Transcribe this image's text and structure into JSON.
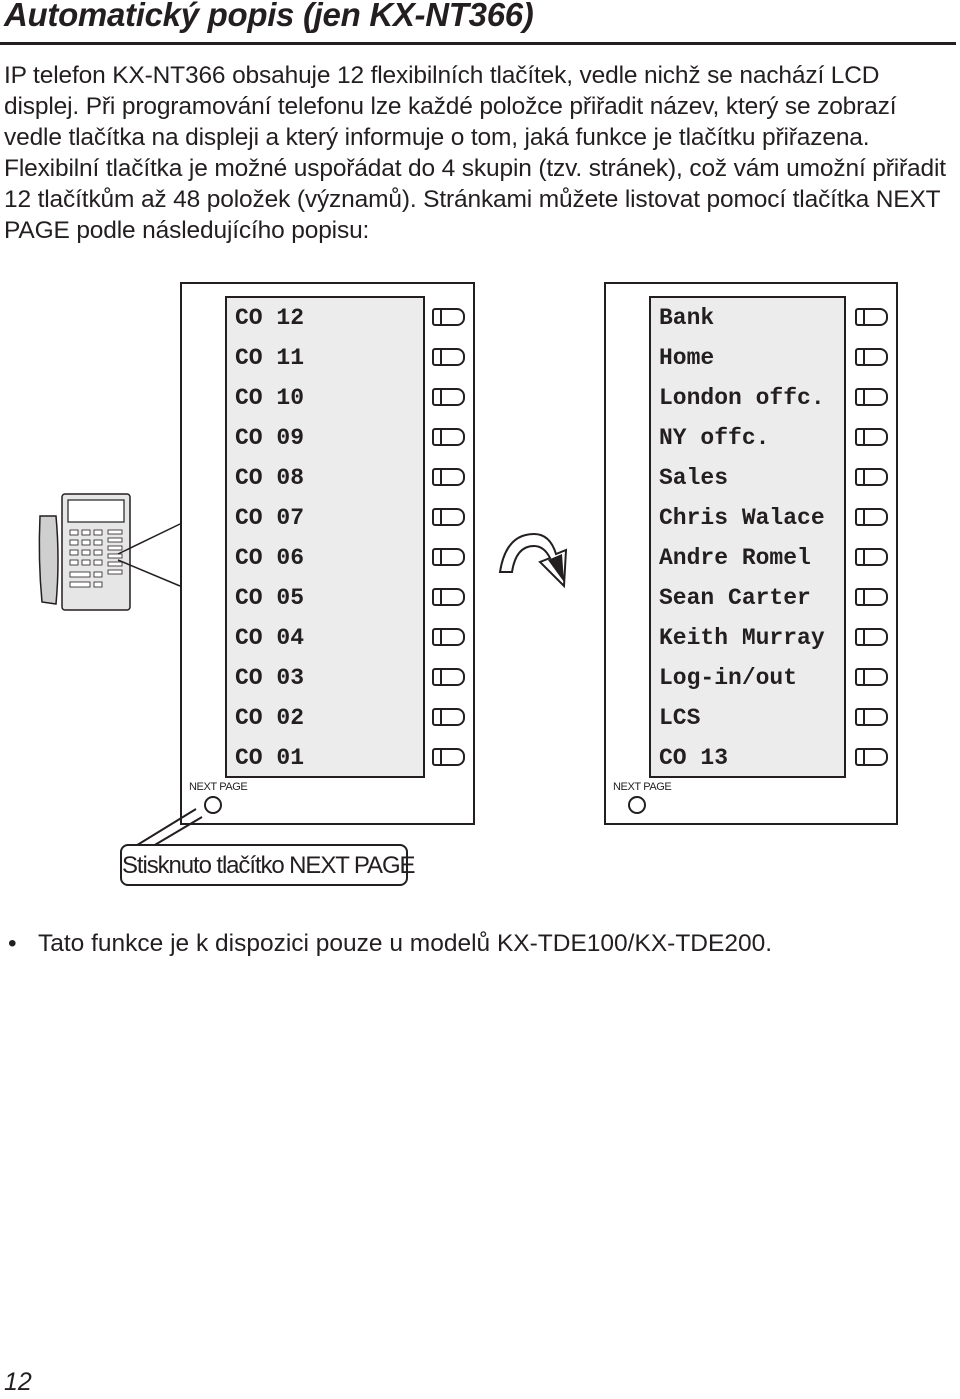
{
  "header": {
    "title": "Automatický popis (jen KX-NT366)"
  },
  "intro": "IP telefon KX-NT366 obsahuje 12 flexibilních tlačítek, vedle nichž se nachází LCD displej. Při programování telefonu lze každé položce přiřadit název, který se zobrazí vedle tlačítka na displeji a který informuje o tom, jaká funkce je tlačítku přiřazena. Flexibilní tlačítka je možné uspořádat do 4 skupin (tzv. stránek), což vám umožní přiřadit 12 tlačítkům až 48 položek (významů). Stránkami můžete listovat pomocí tlačítka NEXT PAGE podle následujícího popisu:",
  "page1": {
    "lines": [
      "CO 12",
      "CO 11",
      "CO 10",
      "CO 09",
      "CO 08",
      "CO 07",
      "CO 06",
      "CO 05",
      "CO 04",
      "CO 03",
      "CO 02",
      "CO 01"
    ],
    "next_page_label": "NEXT PAGE"
  },
  "page2": {
    "lines": [
      "Bank",
      "Home",
      "London offc.",
      "NY offc.",
      "Sales",
      "Chris Walace",
      "Andre Romel",
      "Sean Carter",
      "Keith Murray",
      "Log-in/out",
      "LCS",
      "CO 13"
    ],
    "next_page_label": "NEXT PAGE"
  },
  "callout": "Stisknuto tlačítko NEXT PAGE",
  "note": {
    "bullet": "•",
    "text": "Tato funkce je k dispozici pouze u modelů KX-TDE100/KX-TDE200."
  },
  "footer": {
    "page_number": "12"
  },
  "colors": {
    "ink": "#231f20",
    "lcd": "#ececec"
  }
}
